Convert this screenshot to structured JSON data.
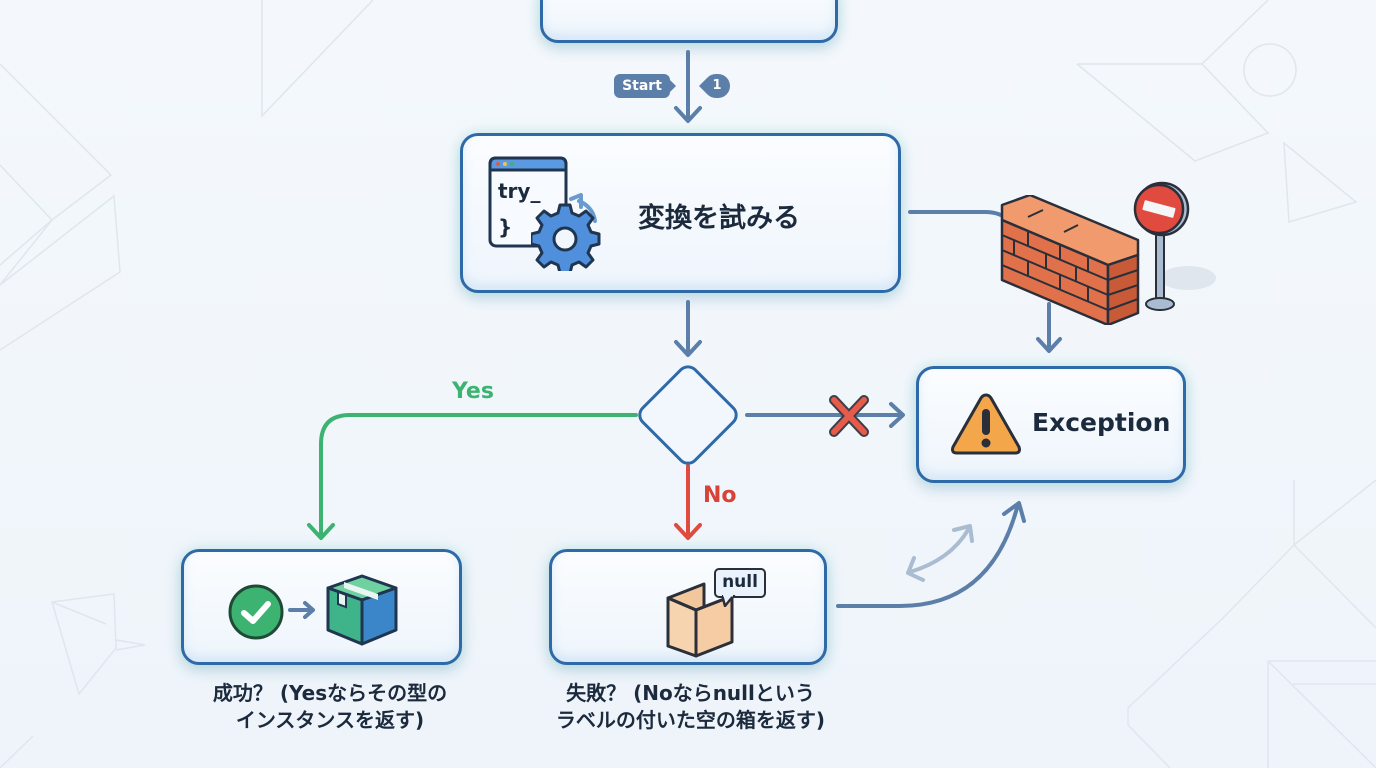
{
  "flow": {
    "start_tag": "Start",
    "step_badge": "1",
    "try_node": {
      "title": "変換を試みる",
      "code_line1": "try_",
      "code_line2": "}"
    },
    "decision": {
      "yes_label": "Yes",
      "no_label": "No"
    },
    "exception_node": {
      "title": "Exception"
    },
    "success_node": {
      "caption_line1": "成功？ (Yesならその型の",
      "caption_line2": "インスタンスを返す)"
    },
    "failure_node": {
      "null_bubble": "null",
      "caption_line1": "失敗？ (Noならnullという",
      "caption_line2": "ラベルの付いた空の箱を返す)"
    }
  },
  "icons": {
    "code_window": "code-window-icon",
    "gear": "gear-icon",
    "brick_wall": "brick-wall-icon",
    "no_entry_sign": "no-entry-sign-icon",
    "warning": "warning-triangle-icon",
    "check": "check-circle-icon",
    "package": "package-box-icon",
    "empty_box": "empty-box-icon",
    "blocked": "red-x-icon"
  },
  "colors": {
    "node_border": "#2f6aa8",
    "connector": "#5b7fa8",
    "yes": "#3cb371",
    "no": "#e04a3f",
    "text": "#1b2a3d",
    "warning": "#f4a64a",
    "brick": "#e0714a"
  }
}
